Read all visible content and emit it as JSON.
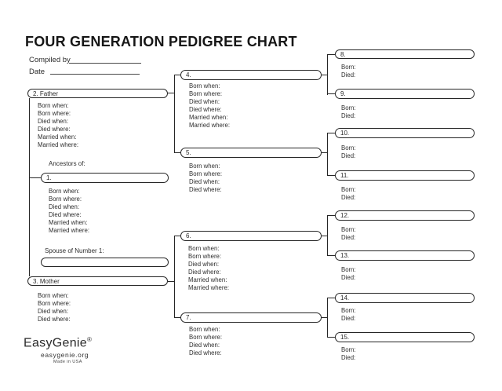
{
  "title": "FOUR GENERATION PEDIGREE CHART",
  "header": {
    "compiled_by": "Compiled by",
    "date": "Date"
  },
  "section_labels": {
    "ancestors_of": "Ancestors of:",
    "spouse": "Spouse of Number 1:"
  },
  "fields": {
    "born_when": "Born when:",
    "born_where": "Born where:",
    "died_when": "Died when:",
    "died_where": "Died where:",
    "married_when": "Married when:",
    "married_where": "Married where:",
    "born": "Born:",
    "died": "Died:"
  },
  "persons": {
    "p1": {
      "label": "1."
    },
    "p2": {
      "label": "2. Father"
    },
    "p3": {
      "label": "3. Mother"
    },
    "p4": {
      "label": "4."
    },
    "p5": {
      "label": "5."
    },
    "p6": {
      "label": "6."
    },
    "p7": {
      "label": "7."
    },
    "p8": {
      "label": "8."
    },
    "p9": {
      "label": "9."
    },
    "p10": {
      "label": "10."
    },
    "p11": {
      "label": "11."
    },
    "p12": {
      "label": "12."
    },
    "p13": {
      "label": "13."
    },
    "p14": {
      "label": "14."
    },
    "p15": {
      "label": "15."
    }
  },
  "footer": {
    "brand": "EasyGenie",
    "trademark": "®",
    "website": "easygenie.org",
    "made_in": "Made in USA"
  }
}
